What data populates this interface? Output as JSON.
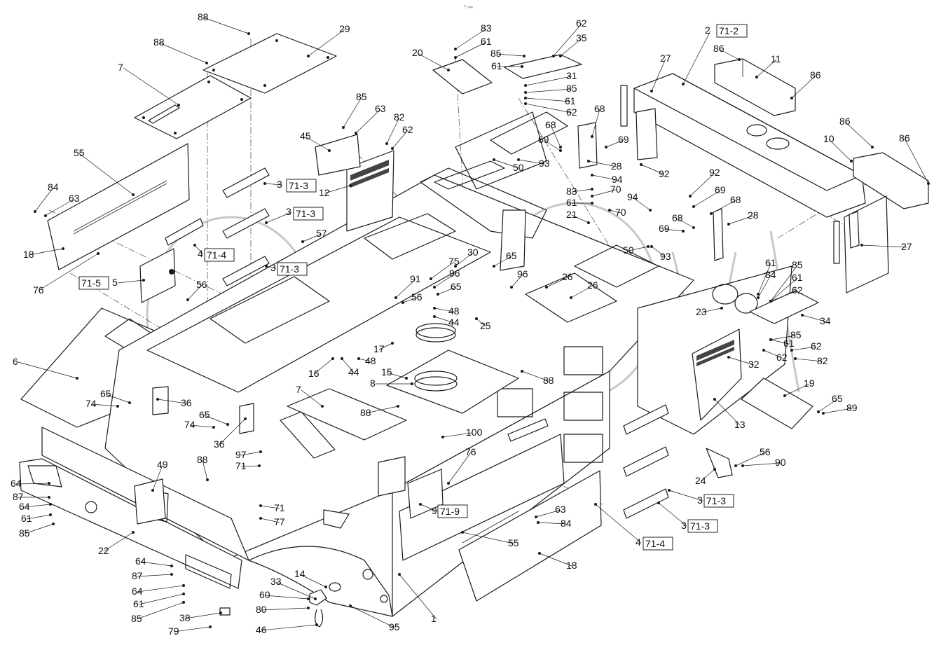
{
  "header_mark": "ᵒ₁ ₛₐₐ",
  "labels": [
    {
      "id": "88a",
      "t": "88"
    },
    {
      "id": "29",
      "t": "29"
    },
    {
      "id": "88b",
      "t": "88"
    },
    {
      "id": "7a",
      "t": "7"
    },
    {
      "id": "55a",
      "t": "55"
    },
    {
      "id": "84a",
      "t": "84"
    },
    {
      "id": "63a",
      "t": "63"
    },
    {
      "id": "18a",
      "t": "18"
    },
    {
      "id": "76a",
      "t": "76"
    },
    {
      "id": "5",
      "t": "5"
    },
    {
      "id": "56a",
      "t": "56"
    },
    {
      "id": "6",
      "t": "6"
    },
    {
      "id": "65a",
      "t": "65"
    },
    {
      "id": "74a",
      "t": "74"
    },
    {
      "id": "36a",
      "t": "36"
    },
    {
      "id": "65b",
      "t": "65"
    },
    {
      "id": "74b",
      "t": "74"
    },
    {
      "id": "36b",
      "t": "36"
    },
    {
      "id": "88c",
      "t": "88"
    },
    {
      "id": "49",
      "t": "49"
    },
    {
      "id": "64a",
      "t": "64"
    },
    {
      "id": "87a",
      "t": "87"
    },
    {
      "id": "64b",
      "t": "64"
    },
    {
      "id": "61a",
      "t": "61"
    },
    {
      "id": "85a",
      "t": "85"
    },
    {
      "id": "22",
      "t": "22"
    },
    {
      "id": "64c",
      "t": "64"
    },
    {
      "id": "87b",
      "t": "87"
    },
    {
      "id": "64d",
      "t": "64"
    },
    {
      "id": "61b",
      "t": "61"
    },
    {
      "id": "85b",
      "t": "85"
    },
    {
      "id": "38",
      "t": "38"
    },
    {
      "id": "79",
      "t": "79"
    },
    {
      "id": "33",
      "t": "33"
    },
    {
      "id": "14",
      "t": "14"
    },
    {
      "id": "60",
      "t": "60"
    },
    {
      "id": "80",
      "t": "80"
    },
    {
      "id": "46",
      "t": "46"
    },
    {
      "id": "95",
      "t": "95"
    },
    {
      "id": "1",
      "t": "1"
    },
    {
      "id": "55b",
      "t": "55"
    },
    {
      "id": "18b",
      "t": "18"
    },
    {
      "id": "63b",
      "t": "63"
    },
    {
      "id": "84b",
      "t": "84"
    },
    {
      "id": "9",
      "t": "9"
    },
    {
      "id": "76b",
      "t": "76"
    },
    {
      "id": "100",
      "t": "100"
    },
    {
      "id": "97",
      "t": "97"
    },
    {
      "id": "71a",
      "t": "71"
    },
    {
      "id": "71b",
      "t": "71"
    },
    {
      "id": "77",
      "t": "77"
    },
    {
      "id": "7b",
      "t": "7"
    },
    {
      "id": "88d",
      "t": "88"
    },
    {
      "id": "8",
      "t": "8"
    },
    {
      "id": "15",
      "t": "15"
    },
    {
      "id": "16",
      "t": "16"
    },
    {
      "id": "44a",
      "t": "44"
    },
    {
      "id": "48a",
      "t": "48"
    },
    {
      "id": "17",
      "t": "17"
    },
    {
      "id": "44b",
      "t": "44"
    },
    {
      "id": "48b",
      "t": "48"
    },
    {
      "id": "25",
      "t": "25"
    },
    {
      "id": "56b",
      "t": "56"
    },
    {
      "id": "91",
      "t": "91"
    },
    {
      "id": "65c",
      "t": "65"
    },
    {
      "id": "96a",
      "t": "96"
    },
    {
      "id": "75",
      "t": "75"
    },
    {
      "id": "30",
      "t": "30"
    },
    {
      "id": "65d",
      "t": "65"
    },
    {
      "id": "96b",
      "t": "96"
    },
    {
      "id": "57",
      "t": "57"
    },
    {
      "id": "3a",
      "t": "3"
    },
    {
      "id": "12",
      "t": "12"
    },
    {
      "id": "3b",
      "t": "3"
    },
    {
      "id": "4a",
      "t": "4"
    },
    {
      "id": "3c",
      "t": "3"
    },
    {
      "id": "45",
      "t": "45"
    },
    {
      "id": "85c",
      "t": "85"
    },
    {
      "id": "63c",
      "t": "63"
    },
    {
      "id": "82a",
      "t": "82"
    },
    {
      "id": "62a",
      "t": "62"
    },
    {
      "id": "20",
      "t": "20"
    },
    {
      "id": "83a",
      "t": "83"
    },
    {
      "id": "61c",
      "t": "61"
    },
    {
      "id": "85d",
      "t": "85"
    },
    {
      "id": "61d",
      "t": "61"
    },
    {
      "id": "62b",
      "t": "62"
    },
    {
      "id": "35",
      "t": "35"
    },
    {
      "id": "31",
      "t": "31"
    },
    {
      "id": "85e",
      "t": "85"
    },
    {
      "id": "61e",
      "t": "61"
    },
    {
      "id": "62c",
      "t": "62"
    },
    {
      "id": "50a",
      "t": "50"
    },
    {
      "id": "93a",
      "t": "93"
    },
    {
      "id": "68a",
      "t": "68"
    },
    {
      "id": "69a",
      "t": "69"
    },
    {
      "id": "68b",
      "t": "68"
    },
    {
      "id": "69b",
      "t": "69"
    },
    {
      "id": "28a",
      "t": "28"
    },
    {
      "id": "94a",
      "t": "94"
    },
    {
      "id": "83b",
      "t": "83"
    },
    {
      "id": "70a",
      "t": "70"
    },
    {
      "id": "61f",
      "t": "61"
    },
    {
      "id": "21",
      "t": "21"
    },
    {
      "id": "70b",
      "t": "70"
    },
    {
      "id": "94b",
      "t": "94"
    },
    {
      "id": "92a",
      "t": "92"
    },
    {
      "id": "92b",
      "t": "92"
    },
    {
      "id": "69c",
      "t": "69"
    },
    {
      "id": "68c",
      "t": "68"
    },
    {
      "id": "68d",
      "t": "68"
    },
    {
      "id": "69d",
      "t": "69"
    },
    {
      "id": "28b",
      "t": "28"
    },
    {
      "id": "50b",
      "t": "50"
    },
    {
      "id": "93b",
      "t": "93"
    },
    {
      "id": "26a",
      "t": "26"
    },
    {
      "id": "26b",
      "t": "26"
    },
    {
      "id": "27a",
      "t": "27"
    },
    {
      "id": "2",
      "t": "2"
    },
    {
      "id": "86a",
      "t": "86"
    },
    {
      "id": "11",
      "t": "11"
    },
    {
      "id": "86b",
      "t": "86"
    },
    {
      "id": "86c",
      "t": "86"
    },
    {
      "id": "10",
      "t": "10"
    },
    {
      "id": "86d",
      "t": "86"
    },
    {
      "id": "27b",
      "t": "27"
    },
    {
      "id": "61g",
      "t": "61"
    },
    {
      "id": "84c",
      "t": "84"
    },
    {
      "id": "85f",
      "t": "85"
    },
    {
      "id": "61h",
      "t": "61"
    },
    {
      "id": "62d",
      "t": "62"
    },
    {
      "id": "23",
      "t": "23"
    },
    {
      "id": "34",
      "t": "34"
    },
    {
      "id": "85g",
      "t": "85"
    },
    {
      "id": "61i",
      "t": "61"
    },
    {
      "id": "62e",
      "t": "62"
    },
    {
      "id": "62f",
      "t": "62"
    },
    {
      "id": "82b",
      "t": "82"
    },
    {
      "id": "32",
      "t": "32"
    },
    {
      "id": "19",
      "t": "19"
    },
    {
      "id": "65e",
      "t": "65"
    },
    {
      "id": "89",
      "t": "89"
    },
    {
      "id": "13",
      "t": "13"
    },
    {
      "id": "56c",
      "t": "56"
    },
    {
      "id": "90",
      "t": "90"
    },
    {
      "id": "24",
      "t": "24"
    },
    {
      "id": "3d",
      "t": "3"
    },
    {
      "id": "3e",
      "t": "3"
    },
    {
      "id": "4b",
      "t": "4"
    },
    {
      "id": "88e",
      "t": "88"
    }
  ],
  "boxed_labels": [
    {
      "id": "2",
      "t": "71-2"
    },
    {
      "id": "3a",
      "t": "71-3"
    },
    {
      "id": "3b",
      "t": "71-3"
    },
    {
      "id": "4a",
      "t": "71-4"
    },
    {
      "id": "3c",
      "t": "71-3"
    },
    {
      "id": "5",
      "t": "71-5"
    },
    {
      "id": "9",
      "t": "71-9"
    },
    {
      "id": "3d",
      "t": "71-3"
    },
    {
      "id": "3e",
      "t": "71-3"
    },
    {
      "id": "4b",
      "t": "71-4"
    }
  ]
}
